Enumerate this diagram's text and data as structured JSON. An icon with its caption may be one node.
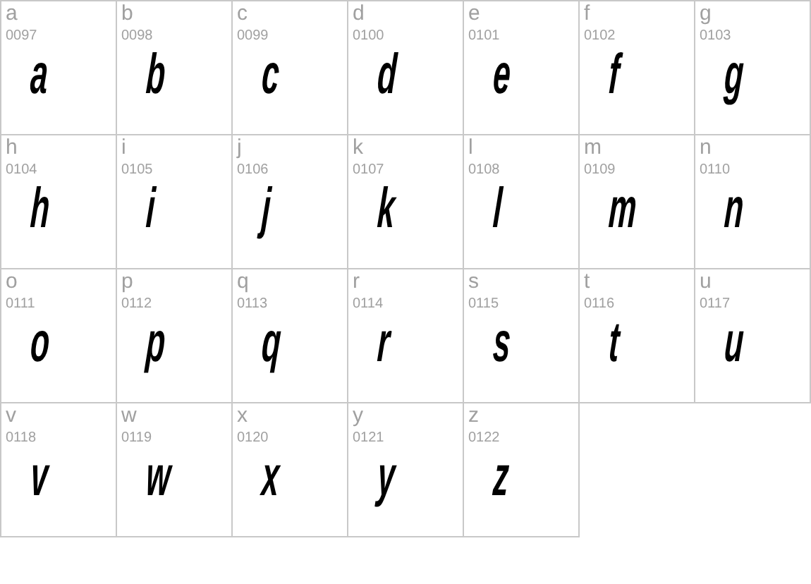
{
  "diagram": {
    "labels": [
      "a",
      "0097",
      "a",
      "b",
      "0098",
      "b",
      "c",
      "0099",
      "c",
      "d",
      "0100",
      "d",
      "e",
      "0101",
      "e",
      "f",
      "0102",
      "f",
      "g",
      "0103",
      "g",
      "h",
      "0104",
      "h",
      "i",
      "0105",
      "i",
      "j",
      "0106",
      "j",
      "k",
      "0107",
      "k",
      "l",
      "0108",
      "l",
      "m",
      "0109",
      "m",
      "n",
      "0110",
      "n",
      "o",
      "0111",
      "o",
      "p",
      "0112",
      "p",
      "q",
      "0113",
      "q",
      "r",
      "0114",
      "r",
      "s",
      "0115",
      "s",
      "t",
      "0116",
      "t",
      "u",
      "0117",
      "u",
      "v",
      "0118",
      "v",
      "w",
      "0119",
      "w",
      "x",
      "0120",
      "x",
      "y",
      "0121",
      "y",
      "z",
      "0122",
      "z"
    ]
  }
}
